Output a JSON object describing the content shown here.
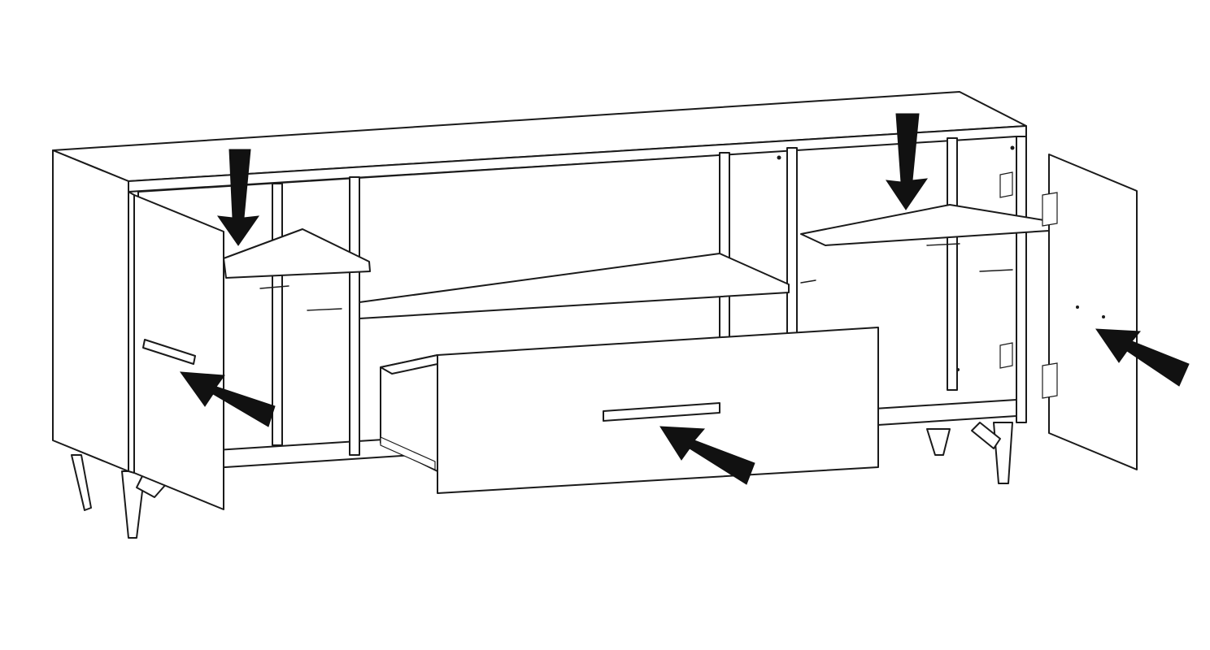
{
  "figure": {
    "subject": "tv-cabinet-exploded-view",
    "colors": {
      "line": "#1a1a1a",
      "arrow": "#111111",
      "background": "#ffffff"
    },
    "components": [
      "cabinet-body",
      "left-door",
      "right-door",
      "drawer",
      "left-shelf",
      "center-shelf",
      "right-shelf",
      "legs"
    ],
    "arrows": [
      {
        "target": "left-shelf",
        "direction": "down"
      },
      {
        "target": "right-shelf",
        "direction": "down"
      },
      {
        "target": "left-door-handle",
        "direction": "left-up"
      },
      {
        "target": "drawer-handle",
        "direction": "left-up"
      },
      {
        "target": "right-door",
        "direction": "left-up"
      }
    ]
  }
}
